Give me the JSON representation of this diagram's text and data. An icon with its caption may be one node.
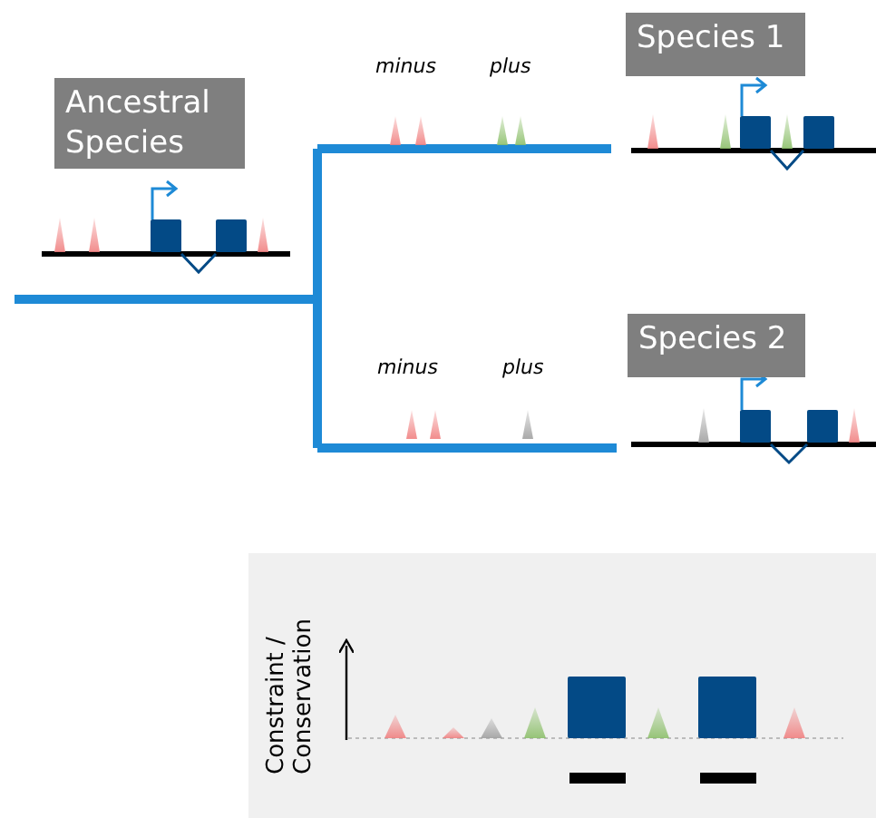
{
  "diagram": {
    "nodes": [
      {
        "text": [
          "Ancestral Species"
        ]
      },
      {
        "text": [
          "Species 1"
        ]
      },
      {
        "text": [
          "Species 2"
        ]
      },
      {
        "text": [
          "Constraint / Conservation"
        ]
      }
    ],
    "labels": [
      "minus",
      "plus",
      "minus",
      "plus"
    ]
  }
}
